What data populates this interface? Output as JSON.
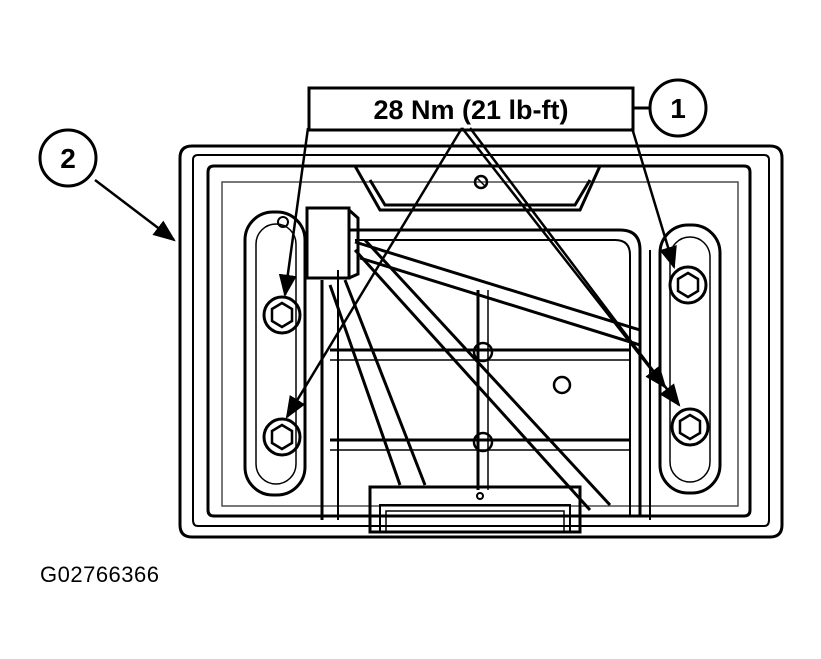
{
  "torque_spec": "28 Nm (21 lb-ft)",
  "callouts": {
    "one": "1",
    "two": "2"
  },
  "figure_id": "G02766366",
  "bolt_count": 4
}
